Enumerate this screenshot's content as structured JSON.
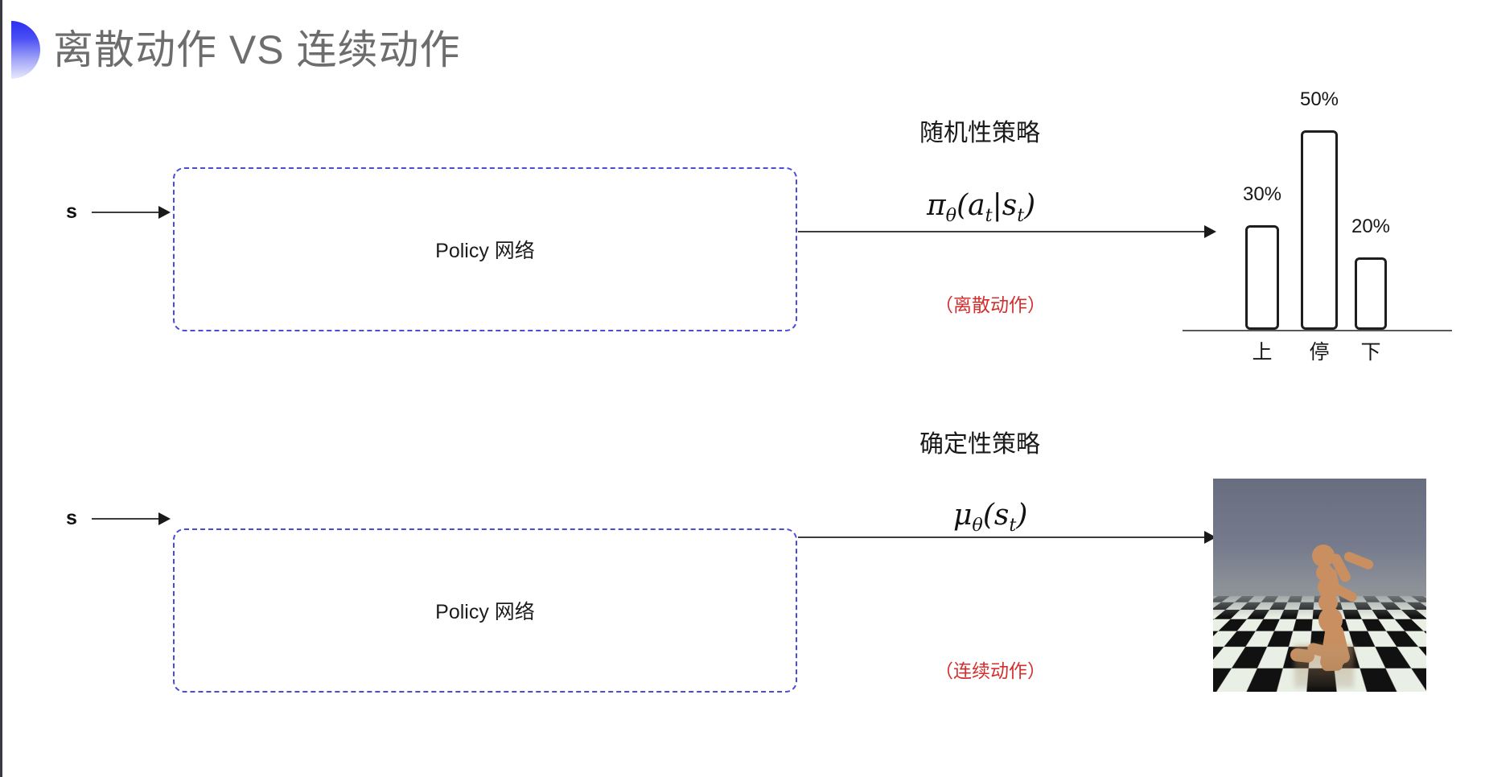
{
  "slide": {
    "title": "离散动作 VS 连续动作",
    "bullet_icon": "half-circle-bullet",
    "bullet_color_top": "#2b2ff0",
    "bullet_color_bottom": "#e8e9fd",
    "title_color": "#6d6d6d",
    "background": "#ffffff"
  },
  "rows": [
    {
      "id": "discrete",
      "input_label": "s",
      "box_label": "Policy 网络",
      "box_border_color": "#4b4bd8",
      "policy_heading": "随机性策略",
      "policy_formula": "π",
      "policy_formula_sub": "θ",
      "policy_formula_args": "(a",
      "policy_formula_arg_sub1": "t",
      "policy_formula_mid": "|s",
      "policy_formula_arg_sub2": "t",
      "policy_formula_close": ")",
      "note": "（离散动作）",
      "note_color": "#d32f2f"
    },
    {
      "id": "continuous",
      "input_label": "s",
      "box_label": "Policy 网络",
      "box_border_color": "#4b4bd8",
      "policy_heading": "确定性策略",
      "policy_formula": "μ",
      "policy_formula_sub": "θ",
      "policy_formula_args": "(s",
      "policy_formula_arg_sub1": "t",
      "policy_formula_close": ")",
      "note": "（连续动作）",
      "note_color": "#d32f2f"
    }
  ],
  "chart_data": {
    "type": "bar",
    "title": "",
    "categories": [
      "上",
      "停",
      "下"
    ],
    "values": [
      30,
      50,
      20
    ],
    "value_labels": [
      "30%",
      "50%",
      "20%"
    ],
    "xlabel": "",
    "ylabel": "",
    "ylim": [
      0,
      60
    ],
    "grid": false,
    "legend": "none",
    "bar_fill": "#ffffff",
    "bar_stroke": "#1e1e1e",
    "axis_color": "#5a5a5a"
  },
  "humanoid": {
    "caption": "",
    "icon": "mujoco-humanoid-simulation",
    "sky_color": "#757b8c",
    "body_color": "#c98f60",
    "floor_light": "#e9efe4",
    "floor_dark": "#111111"
  }
}
